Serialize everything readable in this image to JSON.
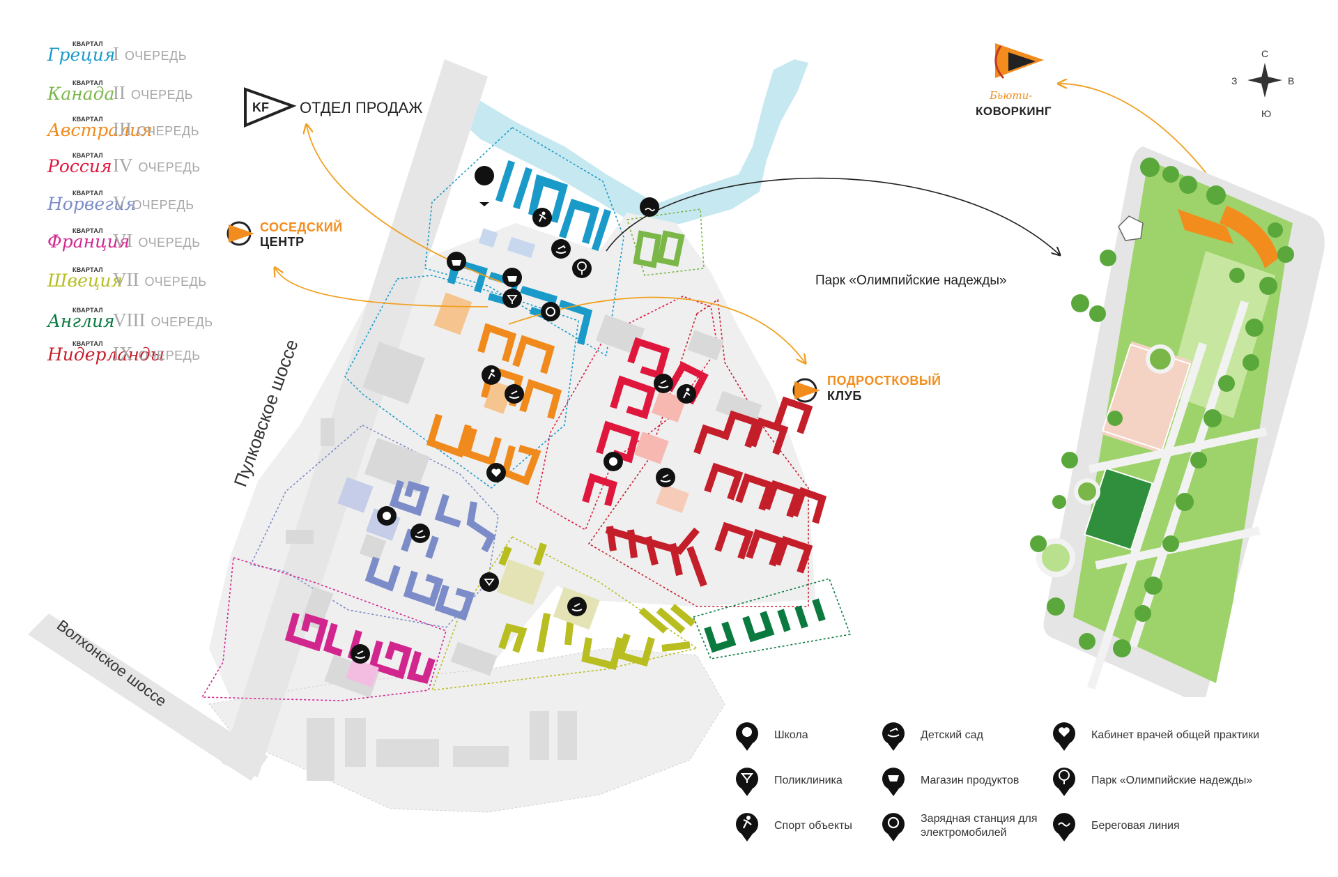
{
  "queues": [
    {
      "district": "Греция",
      "numeral": "I",
      "text": "ОЧЕРЕДЬ",
      "color": "#1a9ac9",
      "label_small": "КВАРТАЛ"
    },
    {
      "district": "Канада",
      "numeral": "II",
      "text": "ОЧЕРЕДЬ",
      "color": "#7ab648",
      "label_small": "КВАРТАЛ"
    },
    {
      "district": "Австралия",
      "numeral": "III",
      "text": "ОЧЕРЕДЬ",
      "color": "#f08a1c",
      "label_small": "КВАРТАЛ"
    },
    {
      "district": "Россия",
      "numeral": "IV",
      "text": "ОЧЕРЕДЬ",
      "color": "#e0173d",
      "label_small": "КВАРТАЛ"
    },
    {
      "district": "Норвегия",
      "numeral": "V",
      "text": "ОЧЕРЕДЬ",
      "color": "#7b8cc8",
      "label_small": "КВАРТАЛ"
    },
    {
      "district": "Франция",
      "numeral": "VI",
      "text": "ОЧЕРЕДЬ",
      "color": "#d2268f",
      "label_small": "КВАРТАЛ"
    },
    {
      "district": "Швеция",
      "numeral": "VII",
      "text": "ОЧЕРЕДЬ",
      "color": "#b8bd20",
      "label_small": "КВАРТАЛ"
    },
    {
      "district": "Англия",
      "numeral": "VIII",
      "text": "ОЧЕРЕДЬ",
      "color": "#0a7a3f",
      "label_small": "КВАРТАЛ"
    },
    {
      "district": "Нидерланды",
      "numeral": "IX",
      "text": "ОЧЕРЕДЬ",
      "color": "#c41e2a",
      "label_small": "КВАРТАЛ"
    }
  ],
  "places": {
    "sales": "ОТДЕЛ ПРОДАЖ",
    "sales_logo": "KF",
    "neighbor_line1": "СОСЕДСКИЙ",
    "neighbor_line2": "ЦЕНТР",
    "teen_line1": "ПОДРОСТКОВЫЙ",
    "teen_line2": "КЛУБ",
    "beauty_script": "Бьюти-",
    "beauty_word": "КОВОРКИНГ",
    "park": "Парк «Олимпийские надежды»"
  },
  "roads": {
    "pulkovo": "Пулковское шоссе",
    "volkhon": "Волхонское шоссе"
  },
  "compass": {
    "n": "С",
    "s": "Ю",
    "w": "З",
    "e": "В"
  },
  "legend": [
    {
      "icon": "school-icon",
      "label": "Школа"
    },
    {
      "icon": "kindergarten-icon",
      "label": "Детский сад"
    },
    {
      "icon": "clinic-heart-icon",
      "label": "Кабинет врачей общей практики"
    },
    {
      "icon": "polyclinic-icon",
      "label": "Поликлиника"
    },
    {
      "icon": "grocery-basket-icon",
      "label": "Магазин продуктов"
    },
    {
      "icon": "park-tree-icon",
      "label": "Парк «Олимпийские надежды»"
    },
    {
      "icon": "sport-runner-icon",
      "label": "Спорт объекты"
    },
    {
      "icon": "ev-charger-icon",
      "label": "Зарядная станция для электромобилей"
    },
    {
      "icon": "shoreline-icon",
      "label": "Береговая линия"
    }
  ],
  "colors": {
    "water": "#c6e8f0",
    "road": "#e6e6e6",
    "ground": "#f0f0f0",
    "park_green": "#9ed26a",
    "tree": "#5aa83c",
    "arrow_orange": "#f0a020",
    "brand_orange": "#f28c1c"
  }
}
